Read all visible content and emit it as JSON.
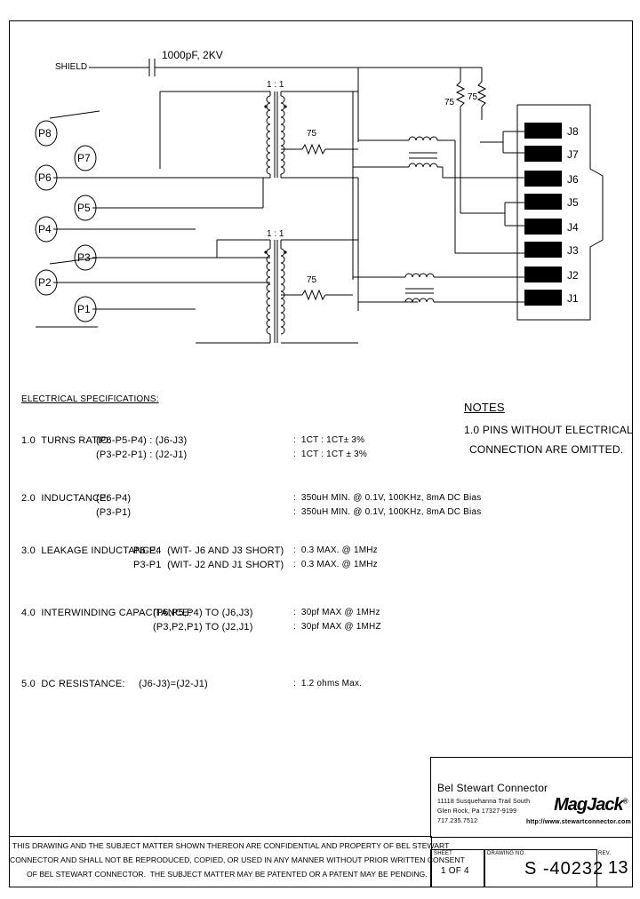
{
  "schematic": {
    "shield_label": "SHIELD",
    "capacitor_label": "1000pF, 2KV",
    "ratio_top": "1 : 1",
    "ratio_bottom": "1 : 1",
    "resistor_top": "75",
    "resistor_bottom": "75",
    "shunt_resistor_1": "75",
    "shunt_resistor_2": "75",
    "pins_left": [
      "P8",
      "P7",
      "P6",
      "P5",
      "P4",
      "P3",
      "P2",
      "P1"
    ],
    "pins_right": [
      "J8",
      "J7",
      "J6",
      "J5",
      "J4",
      "J3",
      "J2",
      "J1"
    ]
  },
  "electrical": {
    "heading": "ELECTRICAL SPECIFICATIONS:",
    "specs": [
      {
        "label": "1.0  TURNS RATIO:",
        "lines": [
          {
            "cond": "(P6-P5-P4) : (J6-J3)",
            "value": ":  1CT : 1CT± 3%"
          },
          {
            "cond": "(P3-P2-P1) : (J2-J1)",
            "value": ":  1CT : 1CT ± 3%"
          }
        ]
      },
      {
        "label": "2.0  INDUCTANCE:",
        "lines": [
          {
            "cond": "(P6-P4)",
            "value": ":  350uH MIN. @ 0.1V, 100KHz, 8mA DC Bias"
          },
          {
            "cond": "(P3-P1)",
            "value": ":  350uH MIN. @ 0.1V, 100KHz, 8mA DC Bias"
          }
        ]
      },
      {
        "label": "3.0  LEAKAGE INDUCTANCE:",
        "lines": [
          {
            "cond": "P6-P4  (WIT- J6 AND J3 SHORT)",
            "value": ":  0.3 MAX. @ 1MHz"
          },
          {
            "cond": "P3-P1  (WIT- J2 AND J1 SHORT)",
            "value": ":  0.3 MAX. @ 1MHz"
          }
        ]
      },
      {
        "label": "4.0  INTERWINDING CAPACITANCE:",
        "lines": [
          {
            "cond": "(P6,P5,P4) TO (J6,J3)",
            "value": ":  30pf MAX @ 1MHz"
          },
          {
            "cond": "(P3,P2,P1) TO (J2,J1)",
            "value": ":  30pf MAX @ 1MHZ"
          }
        ]
      },
      {
        "label": "5.0  DC RESISTANCE:",
        "lines": [
          {
            "cond": "(J6-J3)=(J2-J1)",
            "value": ":  1.2 ohms Max."
          }
        ]
      }
    ]
  },
  "notes": {
    "heading": "NOTES",
    "line1": "1.0 PINS WITHOUT ELECTRICAL",
    "line2": "CONNECTION ARE OMITTED."
  },
  "title_block": {
    "company": "Bel Stewart Connector",
    "address1": "11118 Susquehanna Trail South",
    "address2": "Glen Rock, Pa 17327-9199",
    "phone": "717.235.7512",
    "brand": "MagJack",
    "brand_mark": "®",
    "website": "http://www.stewartconnector.com",
    "sheet_label": "SHEET",
    "sheet_value": "1 OF 4",
    "drawing_label": "DRAWING NO.",
    "drawing_value": "S -40232",
    "rev_label": "REV.",
    "rev_value": "13"
  },
  "confidential": {
    "line1": "THIS DRAWING AND THE SUBJECT MATTER SHOWN THEREON ARE CONFIDENTIAL AND PROPERTY OF BEL STEWART",
    "line2": "CONNECTOR AND SHALL NOT BE REPRODUCED, COPIED, OR USED IN ANY MANNER WITHOUT PRIOR WRITTEN CONSENT",
    "line3": "OF BEL STEWART CONNECTOR.  THE SUBJECT MATTER MAY BE PATENTED OR A PATENT MAY BE PENDING."
  }
}
